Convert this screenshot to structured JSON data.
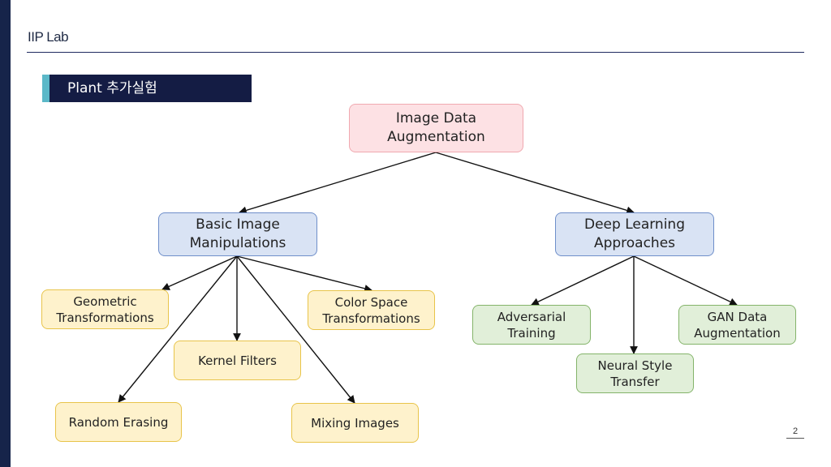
{
  "header": {
    "lab": "IIP Lab"
  },
  "section": {
    "title": "Plant 추가실험"
  },
  "diagram": {
    "root": "Image Data\nAugmentation",
    "basic": {
      "label": "Basic Image\nManipulations",
      "children": {
        "geometric": "Geometric\nTransformations",
        "color_space": "Color Space\nTransformations",
        "kernel": "Kernel Filters",
        "random_erasing": "Random Erasing",
        "mixing": "Mixing Images"
      }
    },
    "deep": {
      "label": "Deep Learning\nApproaches",
      "children": {
        "adversarial": "Adversarial\nTraining",
        "gan": "GAN Data\nAugmentation",
        "neural_style": "Neural Style\nTransfer"
      }
    }
  },
  "footer": {
    "page_number": "2"
  },
  "colors": {
    "stripe": "#16244a",
    "root_fill": "#fde1e4",
    "blue_fill": "#d9e3f4",
    "yellow_fill": "#fef2cc",
    "green_fill": "#e1efd9"
  }
}
